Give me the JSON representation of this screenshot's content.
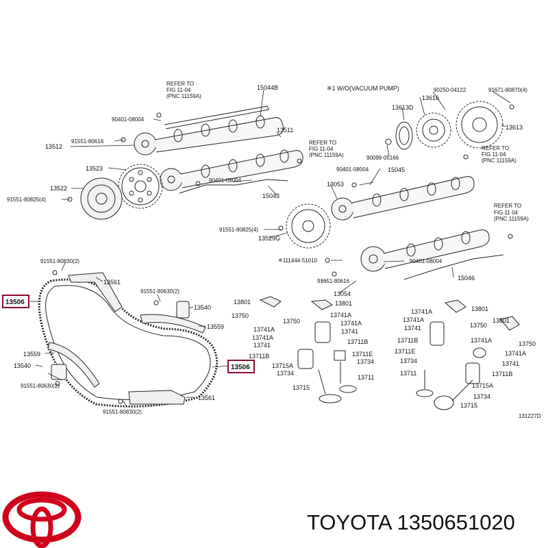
{
  "brand": {
    "name": "TOYOTA",
    "part_number": "1350651020",
    "logo_color": "#d0021b"
  },
  "diagram": {
    "code": "131227D",
    "highlight_color": "#8b0a2a",
    "line_color": "#222222",
    "note_vacuum": "※1 W/O(VACUUM PUMP)",
    "callouts": [
      {
        "id": "c-refer-1",
        "text": "REFER TO"
      },
      {
        "id": "c-refer-1b",
        "text": "FIG 11-04"
      },
      {
        "id": "c-refer-1c",
        "text": "(PNC 11159A)"
      },
      {
        "id": "c-15044b",
        "text": "15044B"
      },
      {
        "id": "c-90401-a",
        "text": "90401-08004"
      },
      {
        "id": "c-91551-80616-a",
        "text": "91551-80616"
      },
      {
        "id": "c-13512",
        "text": "13512"
      },
      {
        "id": "c-13511",
        "text": "13511"
      },
      {
        "id": "c-refer-2",
        "text": "REFER TO"
      },
      {
        "id": "c-refer-2b",
        "text": "FIG 11-04"
      },
      {
        "id": "c-refer-2c",
        "text": "(PNC 11159A)"
      },
      {
        "id": "c-13523",
        "text": "13523"
      },
      {
        "id": "c-13522",
        "text": "13522"
      },
      {
        "id": "c-91551-80825-a",
        "text": "91551-80825(4)"
      },
      {
        "id": "c-90401-b",
        "text": "90401-08004"
      },
      {
        "id": "c-15043",
        "text": "15043"
      },
      {
        "id": "c-90250",
        "text": "90250-04122"
      },
      {
        "id": "c-91671",
        "text": "91671-80870(4)"
      },
      {
        "id": "c-13616",
        "text": "13616"
      },
      {
        "id": "c-13613-0",
        "text": "13613D"
      },
      {
        "id": "c-13613",
        "text": "13613"
      },
      {
        "id": "c-90099",
        "text": "90099-05166"
      },
      {
        "id": "c-refer-3",
        "text": "REFER TO"
      },
      {
        "id": "c-refer-3b",
        "text": "FIG 11-04"
      },
      {
        "id": "c-refer-3c",
        "text": "(PNC 11159A)"
      },
      {
        "id": "c-90401-c",
        "text": "90401-08004"
      },
      {
        "id": "c-15045",
        "text": "15045"
      },
      {
        "id": "c-13053",
        "text": "13053"
      },
      {
        "id": "c-refer-4",
        "text": "REFER TO"
      },
      {
        "id": "c-refer-4b",
        "text": "FIG 11 04"
      },
      {
        "id": "c-refer-4c",
        "text": "(PNC 11159A)"
      },
      {
        "id": "c-91551-80825-b",
        "text": "91551-80825(4)"
      },
      {
        "id": "c-13529g",
        "text": "13529G"
      },
      {
        "id": "c-111444",
        "text": "※111444-51010"
      },
      {
        "id": "c-90401-d",
        "text": "90401-08004"
      },
      {
        "id": "c-15046",
        "text": "15046"
      },
      {
        "id": "c-91551-80616-b",
        "text": "91551-80616"
      },
      {
        "id": "c-13054",
        "text": "13054"
      },
      {
        "id": "c-91551-80830-a",
        "text": "91551-80830(2)"
      },
      {
        "id": "c-13561-a",
        "text": "13561"
      },
      {
        "id": "c-13506-a",
        "text": "13506"
      },
      {
        "id": "c-91551-80630-a",
        "text": "91551-80630(2)"
      },
      {
        "id": "c-13540-a",
        "text": "13540"
      },
      {
        "id": "c-13559-a",
        "text": "13559"
      },
      {
        "id": "c-13559-b",
        "text": "13559"
      },
      {
        "id": "c-13540-b",
        "text": "13540"
      },
      {
        "id": "c-13506-b",
        "text": "13506"
      },
      {
        "id": "c-91551-80630-b",
        "text": "91551-80630(2)"
      },
      {
        "id": "c-13561-b",
        "text": "13561"
      },
      {
        "id": "c-91551-80830-b",
        "text": "91551-80830(2)"
      },
      {
        "id": "c-13801-a",
        "text": "13801"
      },
      {
        "id": "c-13801-b",
        "text": "13801"
      },
      {
        "id": "c-13750-a",
        "text": "13750"
      },
      {
        "id": "c-13741a-1",
        "text": "13741A"
      },
      {
        "id": "c-13750-b",
        "text": "13750"
      },
      {
        "id": "c-13741a-2",
        "text": "13741A"
      },
      {
        "id": "c-13741a-3",
        "text": "13741A"
      },
      {
        "id": "c-13741-1",
        "text": "13741"
      },
      {
        "id": "c-13741a-4",
        "text": "13741A"
      },
      {
        "id": "c-13711b-1",
        "text": "13711B"
      },
      {
        "id": "c-13741-2",
        "text": "13741"
      },
      {
        "id": "c-13711e",
        "text": "13711E"
      },
      {
        "id": "c-13711b-2",
        "text": "13711B"
      },
      {
        "id": "c-13734-1",
        "text": "13734"
      },
      {
        "id": "c-13715a-1",
        "text": "13715A"
      },
      {
        "id": "c-13734-2",
        "text": "13734"
      },
      {
        "id": "c-13711-1",
        "text": "13711"
      },
      {
        "id": "c-13715-1",
        "text": "13715"
      },
      {
        "id": "c-13741a-5",
        "text": "13741A"
      },
      {
        "id": "c-13801-c",
        "text": "13801"
      },
      {
        "id": "c-13741a-6",
        "text": "13741A"
      },
      {
        "id": "c-13750-c",
        "text": "13750"
      },
      {
        "id": "c-13741-3",
        "text": "13741"
      },
      {
        "id": "c-13711b-3",
        "text": "13711B"
      },
      {
        "id": "c-13741a-7",
        "text": "13741A"
      },
      {
        "id": "c-13801-d",
        "text": "13801"
      },
      {
        "id": "c-13750-d",
        "text": "13750"
      },
      {
        "id": "c-13741a-8",
        "text": "13741A"
      },
      {
        "id": "c-13741-4",
        "text": "13741"
      },
      {
        "id": "c-13711e-2",
        "text": "13711E"
      },
      {
        "id": "c-13734-3",
        "text": "13734"
      },
      {
        "id": "c-13711b-4",
        "text": "13711B"
      },
      {
        "id": "c-13711-2",
        "text": "13711"
      },
      {
        "id": "c-13715a-2",
        "text": "13715A"
      },
      {
        "id": "c-13734-4",
        "text": "13734"
      },
      {
        "id": "c-13715-2",
        "text": "13715"
      }
    ]
  }
}
